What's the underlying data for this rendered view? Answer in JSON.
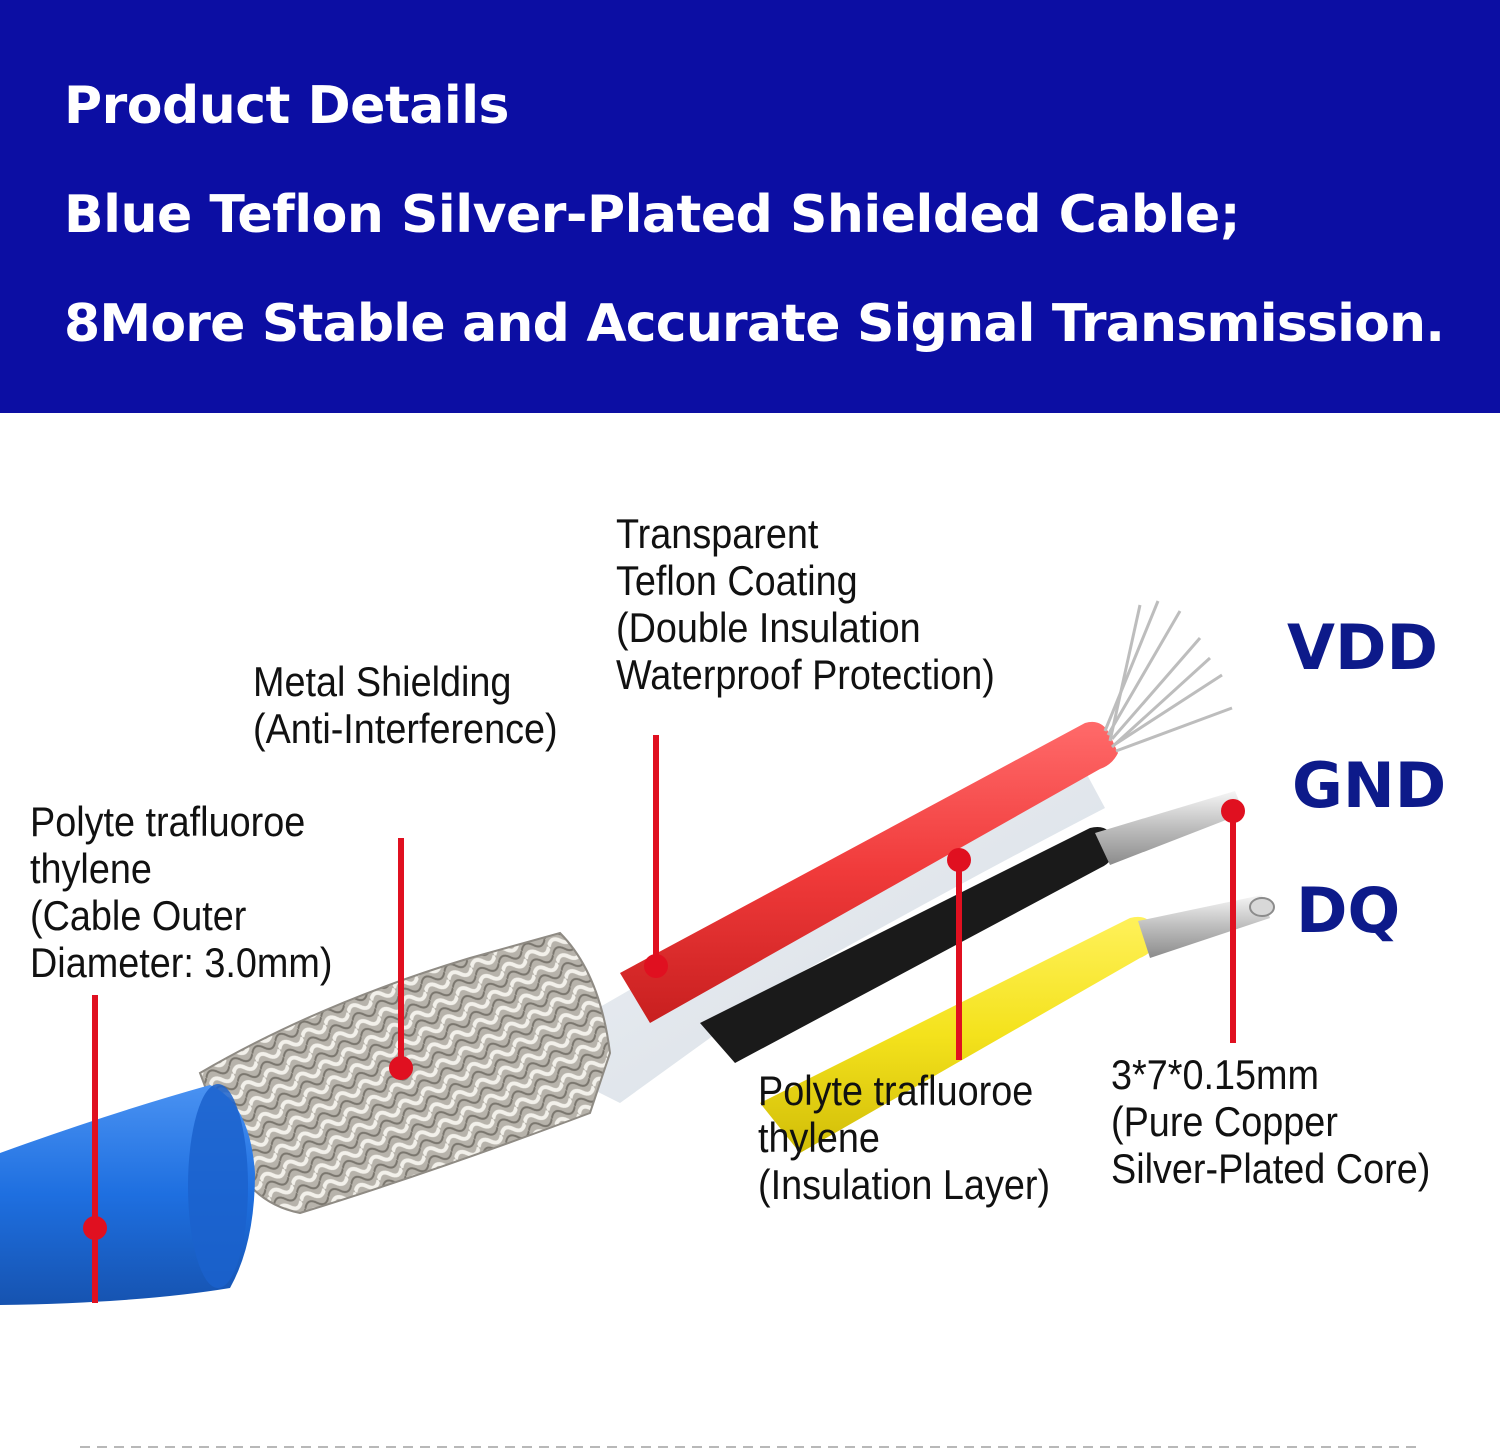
{
  "header": {
    "title": "Product Details",
    "line2": "Blue Teflon Silver-Plated Shielded Cable;",
    "line3": "8More Stable and Accurate Signal Transmission."
  },
  "callouts": {
    "outer_jacket": [
      "Polyte trafluoroe",
      "thylene",
      "(Cable Outer",
      "Diameter: 3.0mm)"
    ],
    "metal_shielding": [
      "Metal Shielding",
      "(Anti-Interference)"
    ],
    "teflon_coating": [
      "Transparent",
      "Teflon Coating",
      "(Double Insulation",
      "Waterproof Protection)"
    ],
    "insulation_layer": [
      "Polyte trafluoroe",
      "thylene",
      "(Insulation Layer)"
    ],
    "core": [
      "3*7*0.15mm",
      "(Pure Copper",
      "Silver-Plated Core)"
    ]
  },
  "wire_labels": {
    "vdd": "VDD",
    "gnd": "GND",
    "dq": "DQ"
  },
  "colors": {
    "banner": "#0c0ea3",
    "banner_text": "#ffffff",
    "wire_label": "#0d1a8a",
    "pointer": "#e01020",
    "jacket": "#1e6fe0",
    "red_wire": "#f03a3a",
    "black_wire": "#151515",
    "yellow_wire": "#f4e21c"
  }
}
